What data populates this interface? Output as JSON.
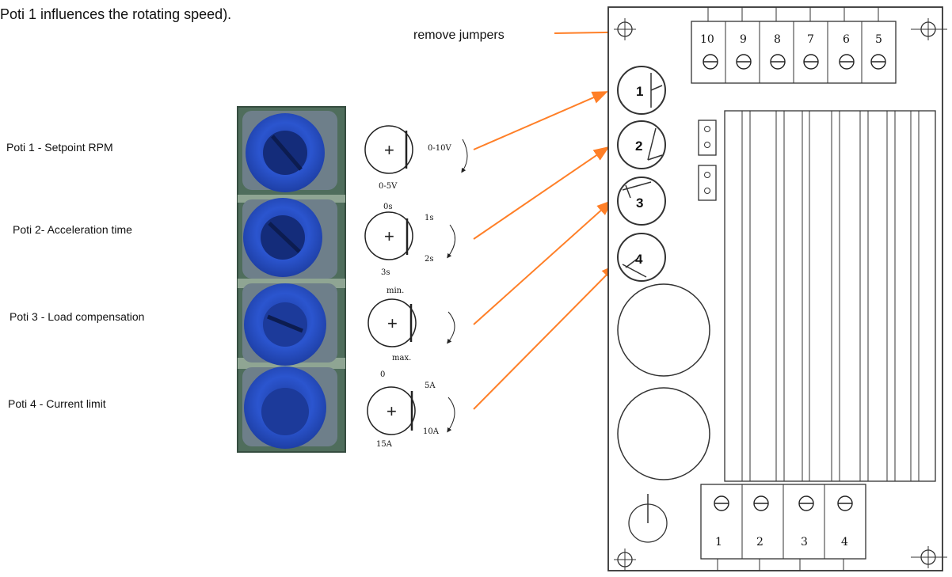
{
  "caption": "Poti 1 influences the rotating speed).",
  "remove_jumpers_label": "remove jumpers",
  "poti_labels": [
    "Poti 1 - Setpoint RPM",
    "Poti 2- Acceleration time",
    "Poti 3 - Load compensation",
    "Poti 4 - Current limit"
  ],
  "dial_texts": {
    "d1_range": "0-10V",
    "d1_bottom": "0-5V",
    "d2_top": "0s",
    "d2_right_top": "1s",
    "d2_right_bottom": "2s",
    "d2_bottom": "3s",
    "d3_top": "min.",
    "d3_bottom": "max.",
    "d4_top": "0",
    "d4_right_top": "5A",
    "d4_right_bottom": "10A",
    "d4_bottom": "15A"
  },
  "board_poti_numbers": [
    "1",
    "2",
    "3",
    "4"
  ],
  "top_terminals": [
    "10",
    "9",
    "8",
    "7",
    "6",
    "5"
  ],
  "bottom_terminals": [
    "1",
    "2",
    "3",
    "4"
  ],
  "colors": {
    "arrow": "#ff7f27",
    "knob": "#2a50c4",
    "board_bg": "#4a6a55"
  }
}
